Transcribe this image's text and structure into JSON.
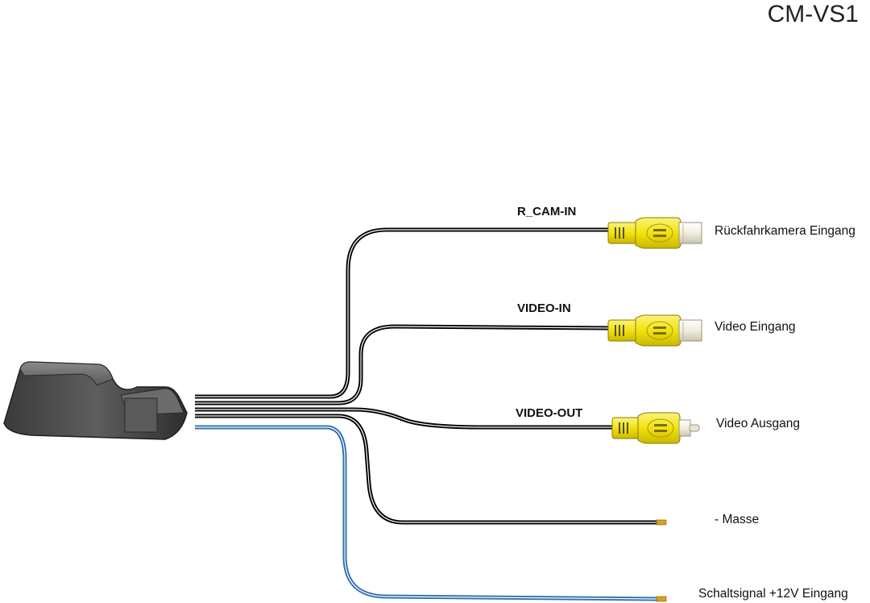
{
  "title": "CM-VS1",
  "cables": [
    {
      "id": "r_cam_in",
      "label": "R_CAM-IN",
      "description": "Rückfahrkamera Eingang",
      "connector": "rca-female",
      "wire_color": "#000000"
    },
    {
      "id": "video_in",
      "label": "VIDEO-IN",
      "description": "Video Eingang",
      "connector": "rca-female",
      "wire_color": "#000000"
    },
    {
      "id": "video_out",
      "label": "VIDEO-OUT",
      "description": "Video Ausgang",
      "connector": "rca-male",
      "wire_color": "#000000"
    },
    {
      "id": "masse",
      "label": "",
      "description": "- Masse",
      "connector": "bare-wire",
      "wire_color": "#000000"
    },
    {
      "id": "schalt",
      "label": "",
      "description": "Schaltsignal +12V Eingang",
      "connector": "bare-wire",
      "wire_color": "#2f6fb0"
    }
  ],
  "colors": {
    "rca_body": "#f2e20f",
    "rca_sleeve": "#f4f0dc",
    "module_body": "#4a4a4a",
    "wire_tip": "#d9a21a"
  }
}
